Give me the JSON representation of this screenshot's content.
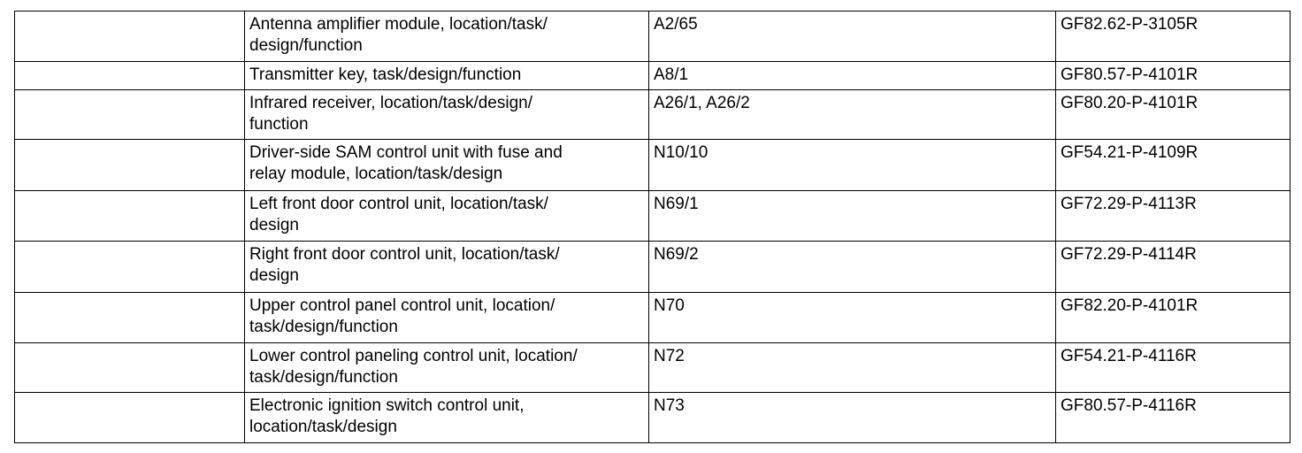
{
  "rows": [
    {
      "blank": "",
      "description": "Antenna amplifier module, location/task/\ndesign/function",
      "code": "A2/65",
      "reference": "GF82.62-P-3105R"
    },
    {
      "blank": "",
      "description": "Transmitter key, task/design/function",
      "code": "A8/1",
      "reference": "GF80.57-P-4101R"
    },
    {
      "blank": "",
      "description": "Infrared receiver, location/task/design/\nfunction",
      "code": "A26/1, A26/2",
      "reference": "GF80.20-P-4101R"
    },
    {
      "blank": "",
      "description": "Driver-side SAM control unit with fuse and\nrelay module, location/task/design",
      "code": "N10/10",
      "reference": "GF54.21-P-4109R"
    },
    {
      "blank": "",
      "description": "Left front door control unit, location/task/\ndesign",
      "code": "N69/1",
      "reference": "GF72.29-P-4113R"
    },
    {
      "blank": "",
      "description": "Right front door control unit, location/task/\ndesign",
      "code": "N69/2",
      "reference": "GF72.29-P-4114R"
    },
    {
      "blank": "",
      "description": "Upper control panel control unit, location/\ntask/design/function",
      "code": "N70",
      "reference": "GF82.20-P-4101R"
    },
    {
      "blank": "",
      "description": "Lower control paneling control unit, location/\ntask/design/function",
      "code": "N72",
      "reference": "GF54.21-P-4116R"
    },
    {
      "blank": "",
      "description": "Electronic ignition switch control unit,\nlocation/task/design",
      "code": "N73",
      "reference": "GF80.57-P-4116R"
    }
  ]
}
